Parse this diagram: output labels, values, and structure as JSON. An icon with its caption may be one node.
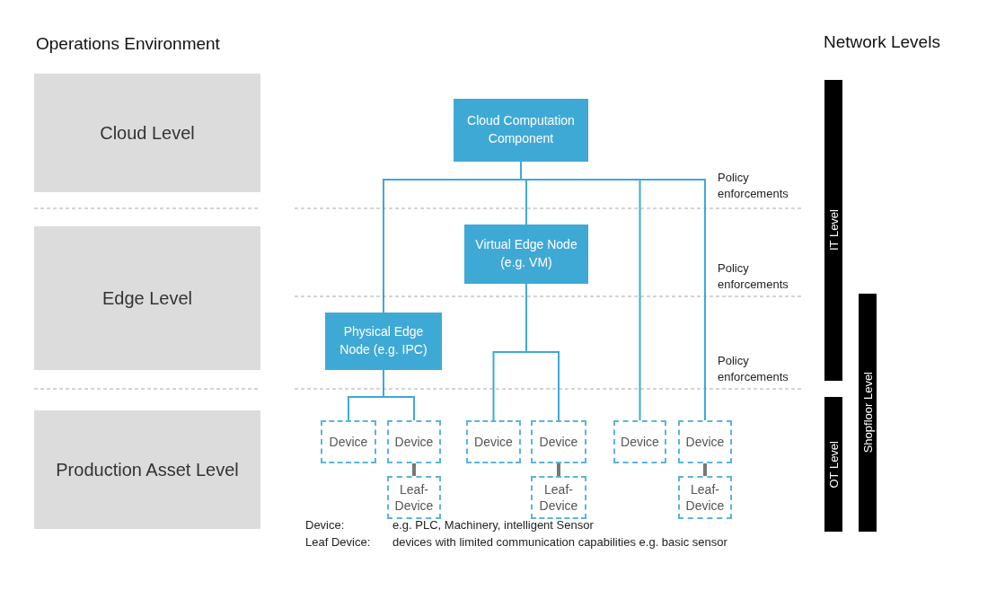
{
  "diagram": {
    "nodes": [
      {
        "text": [
          "Cloud Level"
        ]
      },
      {
        "text": [
          "Edge Level"
        ]
      },
      {
        "text": [
          "Production Asset Level"
        ]
      },
      {
        "text": [
          "Cloud Computation Component"
        ]
      },
      {
        "text": [
          "Virtual Edge Node (e.g. VM)"
        ]
      },
      {
        "text": [
          "Physical Edge Node (e.g. IPC)"
        ]
      },
      {
        "text": [
          "Device"
        ]
      },
      {
        "text": [
          "Device"
        ]
      },
      {
        "text": [
          "Device"
        ]
      },
      {
        "text": [
          "Device"
        ]
      },
      {
        "text": [
          "Device"
        ]
      },
      {
        "text": [
          "Device"
        ]
      },
      {
        "text": [
          "Leaf-Device"
        ]
      },
      {
        "text": [
          "Leaf-Device"
        ]
      },
      {
        "text": [
          "Leaf-Device"
        ]
      },
      {
        "text": [
          "IT Level"
        ]
      },
      {
        "text": [
          "OT Level"
        ]
      },
      {
        "text": [
          "Shopfloor Level"
        ]
      }
    ],
    "edges": [
      {
        "from": 3,
        "to": 5,
        "arrow": "none"
      },
      {
        "from": 3,
        "to": 4,
        "arrow": "none"
      },
      {
        "from": 3,
        "to": 10,
        "arrow": "none"
      },
      {
        "from": 3,
        "to": 11,
        "arrow": "none"
      },
      {
        "from": 4,
        "to": 8,
        "arrow": "none"
      },
      {
        "from": 4,
        "to": 9,
        "arrow": "none"
      },
      {
        "from": 5,
        "to": 6,
        "arrow": "none"
      },
      {
        "from": 5,
        "to": 7,
        "arrow": "none"
      },
      {
        "from": 7,
        "to": 12,
        "arrow": "none",
        "style": "thick",
        "color": "#777777"
      },
      {
        "from": 9,
        "to": 13,
        "arrow": "none",
        "style": "thick",
        "color": "#777777"
      },
      {
        "from": 11,
        "to": 14,
        "arrow": "none",
        "style": "thick",
        "color": "#777777"
      }
    ],
    "labels": [
      "Operations Environment",
      "Network Levels",
      "Policy enforcements",
      "Policy enforcements",
      "Policy enforcements",
      "Device:",
      "e.g. PLC, Machinery, intelligent Sensor",
      "Leaf Device:",
      "devices with limited communication capabilities e.g. basic sensor"
    ]
  }
}
